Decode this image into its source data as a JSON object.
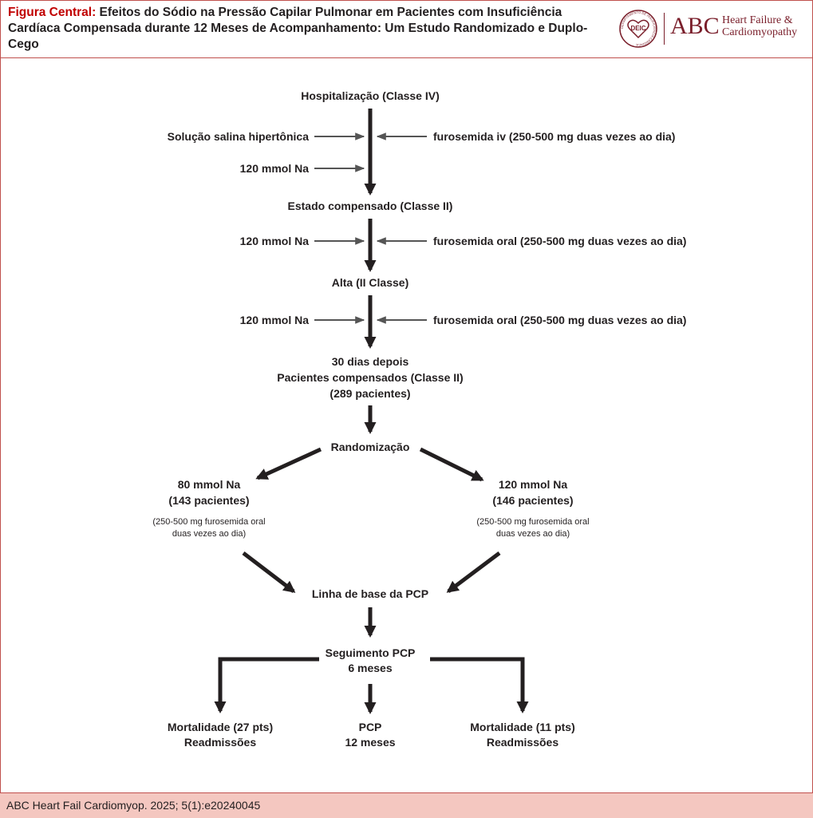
{
  "header": {
    "label": "Figura Central:",
    "title": "Efeitos do Sódio na Pressão Capilar Pulmonar em Pacientes com Insuficiência Cardíaca Compensada durante 12 Meses de Acompanhamento: Um Estudo Randomizado e Duplo-Cego",
    "brand_abc": "ABC",
    "brand_line1": "Heart Failure &",
    "brand_line2": "Cardiomyopathy",
    "seal_text": "DEIC",
    "seal_ring": "DEPARTAMENTO DE INSUFICIÊNCIA CARDÍACA"
  },
  "flow": {
    "n1": "Hospitalização (Classe IV)",
    "in1_left": "Solução salina hipertônica",
    "in1_right": "furosemida iv (250-500 mg duas vezes ao dia)",
    "in2_left": "120 mmol Na",
    "n2": "Estado compensado (Classe II)",
    "in3_left": "120 mmol Na",
    "in3_right": "furosemida oral (250-500 mg duas vezes ao dia)",
    "n3": "Alta (II Classe)",
    "in4_left": "120 mmol Na",
    "in4_right": "furosemida oral (250-500 mg duas vezes ao dia)",
    "n4": [
      "30 dias depois",
      "Pacientes compensados (Classe II)",
      "(289 pacientes)"
    ],
    "n5": "Randomização",
    "arm_left": [
      "80 mmol Na",
      "(143 pacientes)"
    ],
    "arm_left_note": [
      "(250-500 mg furosemida oral",
      "duas vezes ao dia)"
    ],
    "arm_right": [
      "120 mmol Na",
      "(146 pacientes)"
    ],
    "arm_right_note": [
      "(250-500 mg furosemida oral",
      "duas vezes ao dia)"
    ],
    "n6": "Linha de base da PCP",
    "n7": [
      "Seguimento PCP",
      "6 meses"
    ],
    "out_left": [
      "Mortalidade (27 pts)",
      "Readmissões"
    ],
    "out_mid": [
      "PCP",
      "12 meses"
    ],
    "out_right": [
      "Mortalidade (11 pts)",
      "Readmissões"
    ]
  },
  "footer": {
    "citation": "ABC Heart Fail Cardiomyop. 2025; 5(1):e20240045"
  },
  "colors": {
    "accent_red": "#c00000",
    "brand_maroon": "#7a1f2b",
    "arrow_dark": "#231f20",
    "arrow_gray": "#555555",
    "footer_bg": "#f4c7c0"
  }
}
